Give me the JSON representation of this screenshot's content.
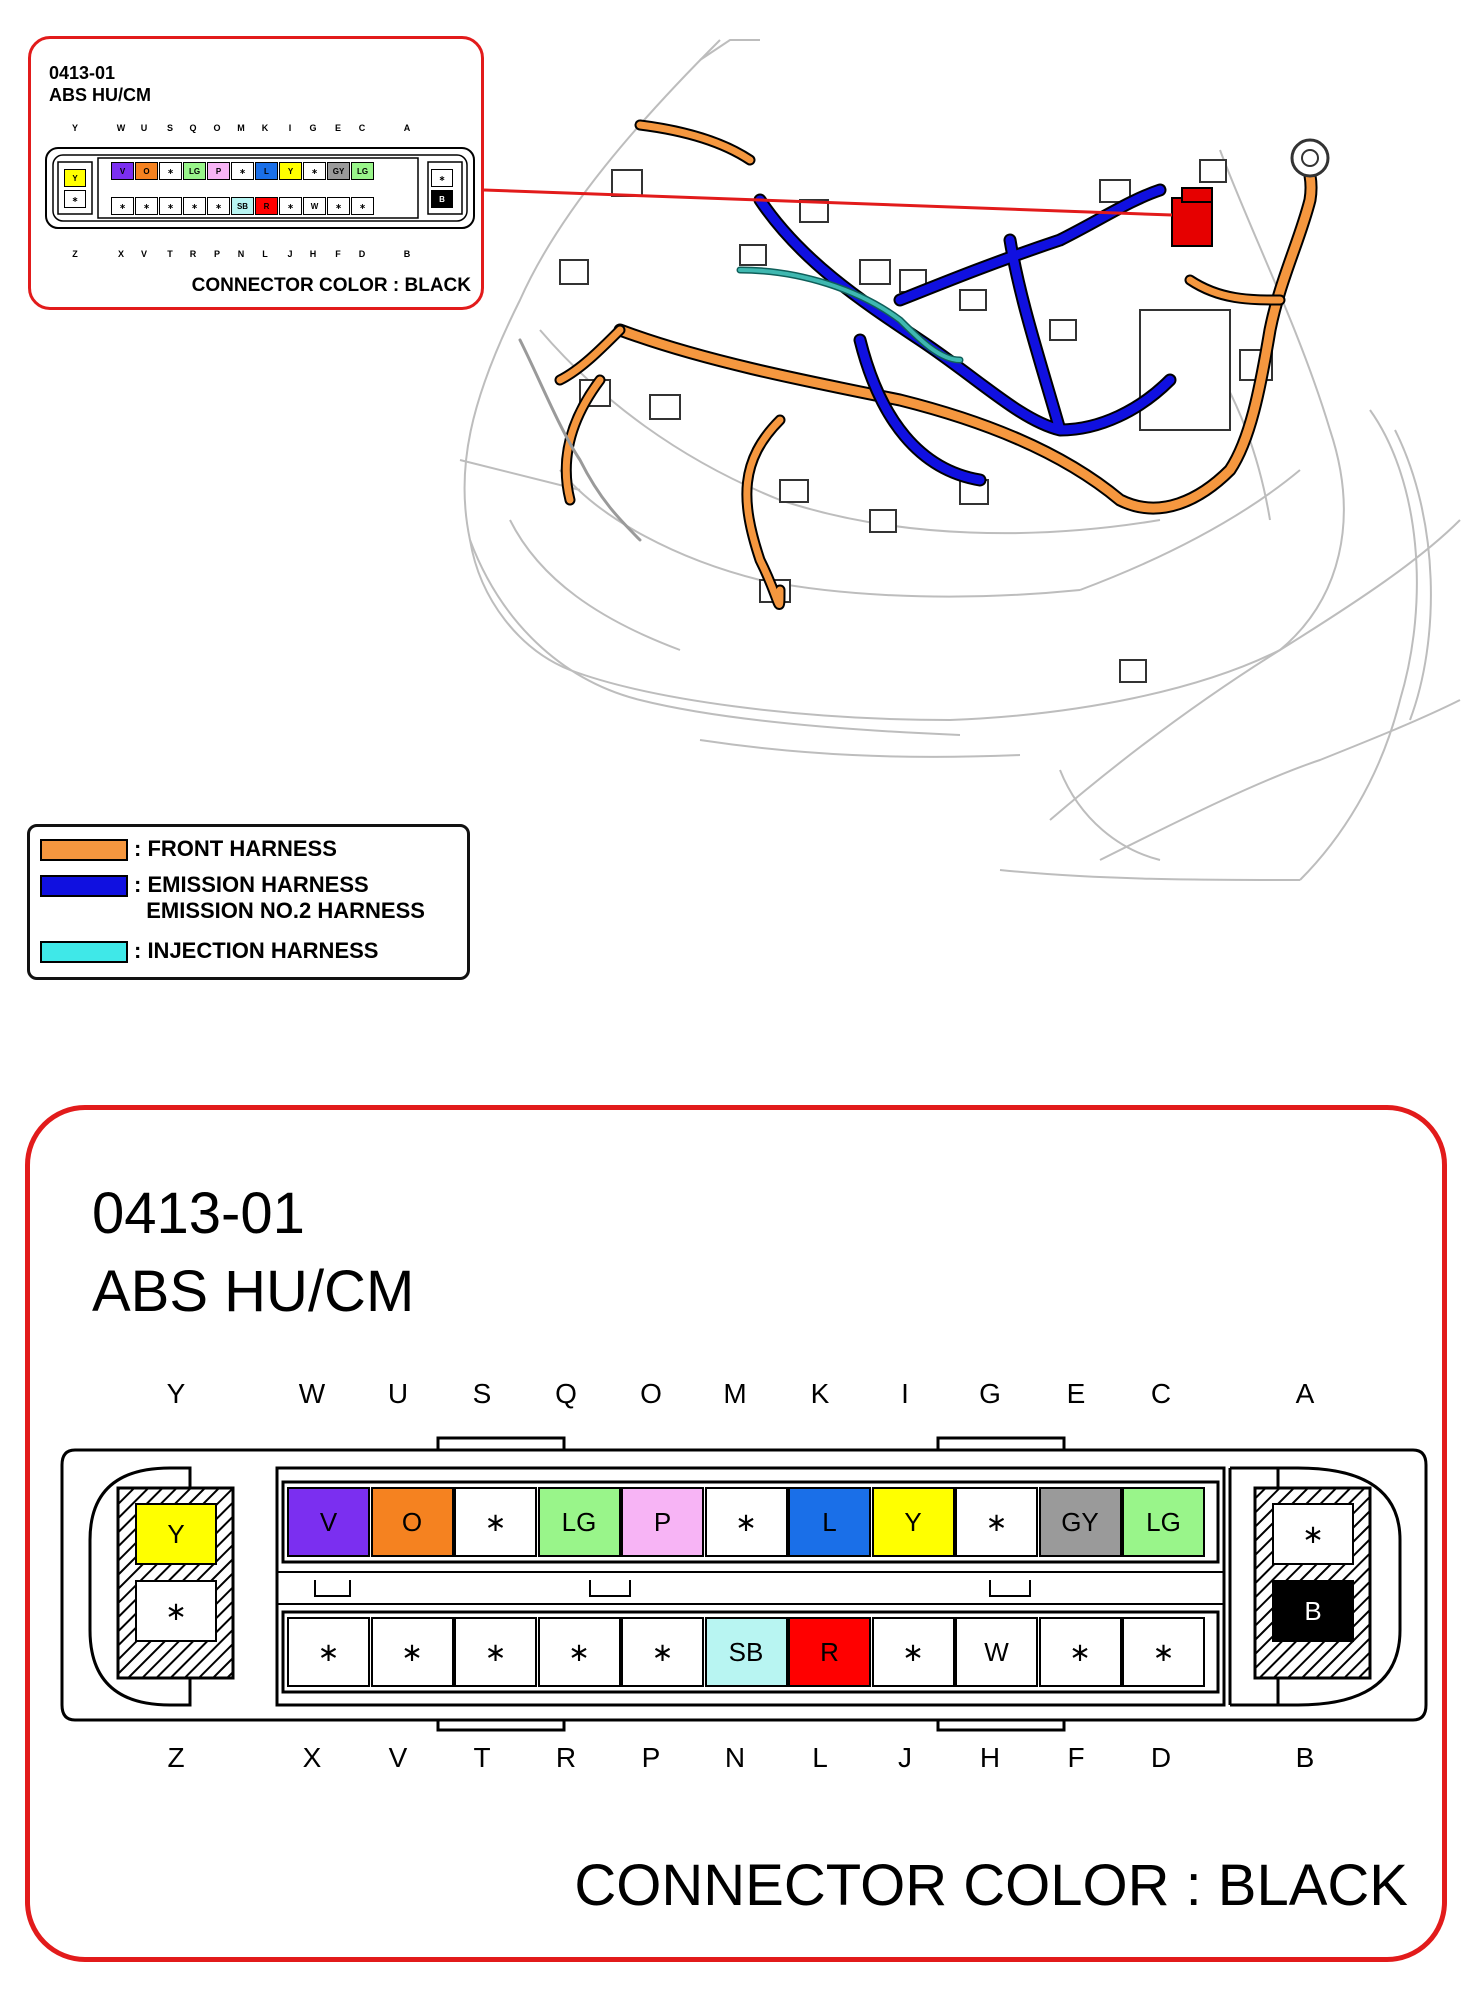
{
  "connector": {
    "code": "0413-01",
    "name": "ABS HU/CM",
    "color_label": "CONNECTOR COLOR : BLACK"
  },
  "pins": {
    "top_labels": [
      "Y",
      "W",
      "U",
      "S",
      "Q",
      "O",
      "M",
      "K",
      "I",
      "G",
      "E",
      "C",
      "A"
    ],
    "bottom_labels": [
      "Z",
      "X",
      "V",
      "T",
      "R",
      "P",
      "N",
      "L",
      "J",
      "H",
      "F",
      "D",
      "B"
    ],
    "left_top": {
      "label": "Y",
      "color": "#ffff00"
    },
    "left_bottom": {
      "label": "∗",
      "color": "#ffffff"
    },
    "right_top": {
      "label": "∗",
      "color": "#ffffff"
    },
    "right_bottom": {
      "label": "B",
      "color": "#000000"
    },
    "upper_row": [
      {
        "label": "V",
        "color": "#7b2ff0"
      },
      {
        "label": "O",
        "color": "#f58220"
      },
      {
        "label": "∗",
        "color": "#ffffff"
      },
      {
        "label": "LG",
        "color": "#99f58a"
      },
      {
        "label": "P",
        "color": "#f7b4f5"
      },
      {
        "label": "∗",
        "color": "#ffffff"
      },
      {
        "label": "L",
        "color": "#1a6fe8"
      },
      {
        "label": "Y",
        "color": "#ffff00"
      },
      {
        "label": "∗",
        "color": "#ffffff"
      },
      {
        "label": "GY",
        "color": "#9a9a9a"
      },
      {
        "label": "LG",
        "color": "#99f58a"
      }
    ],
    "lower_row": [
      {
        "label": "∗",
        "color": "#ffffff"
      },
      {
        "label": "∗",
        "color": "#ffffff"
      },
      {
        "label": "∗",
        "color": "#ffffff"
      },
      {
        "label": "∗",
        "color": "#ffffff"
      },
      {
        "label": "∗",
        "color": "#ffffff"
      },
      {
        "label": "SB",
        "color": "#b8f5f2"
      },
      {
        "label": "R",
        "color": "#ff0000"
      },
      {
        "label": "∗",
        "color": "#ffffff"
      },
      {
        "label": "W",
        "color": "#ffffff"
      },
      {
        "label": "∗",
        "color": "#ffffff"
      },
      {
        "label": "∗",
        "color": "#ffffff"
      }
    ]
  },
  "legend": {
    "items": [
      {
        "label": ": FRONT HARNESS",
        "color": "#f5973f"
      },
      {
        "label": ": EMISSION HARNESS\n  EMISSION NO.2 HARNESS",
        "color": "#1010e0"
      },
      {
        "label": ": INJECTION HARNESS",
        "color": "#3fe8e8"
      }
    ]
  },
  "colors": {
    "front_harness": "#f5973f",
    "emission_harness": "#1010e0",
    "injection_harness": "#3fb8b0",
    "callout_border": "#e21b1b",
    "highlight_connector": "#e60000"
  }
}
